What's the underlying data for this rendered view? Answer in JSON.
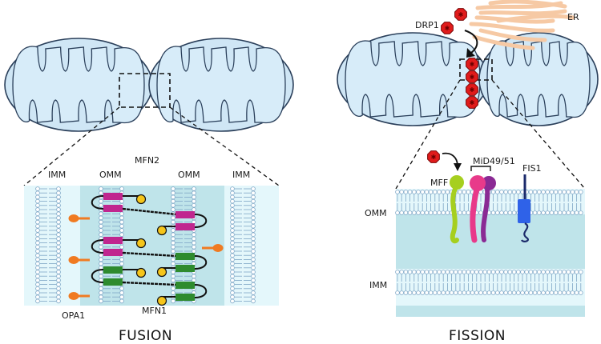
{
  "colors": {
    "mito_outer": "#cfe6f5",
    "mito_inner": "#b9d9f0",
    "mito_stroke": "#2a3f5a",
    "membrane_band": "#bfe4ea",
    "membrane_light": "#e4f7fb",
    "lipid_head": "#ffffff",
    "lipid_stroke": "#7ea6c6",
    "mfn_magenta": "#c0268f",
    "mfn_green": "#2e8b2e",
    "gtpase_yellow": "#f5c51a",
    "opa1_orange": "#f07a21",
    "drp1_red": "#e01b1b",
    "er_tan": "#f6c9a4",
    "mff_lime": "#a6cf1f",
    "mid49_pink": "#e83a8a",
    "mid51_purple": "#8a2a94",
    "fis1_blue": "#2f62e8"
  },
  "fusion": {
    "title": "FUSION",
    "labels": {
      "imm_left": "IMM",
      "omm_left": "OMM",
      "mfn2": "MFN2",
      "omm_right": "OMM",
      "imm_right": "IMM",
      "opa1": "OPA1",
      "mfn1": "MFN1"
    }
  },
  "fission": {
    "title": "FISSION",
    "labels": {
      "drp1": "DRP1",
      "er": "ER",
      "mff": "MFF",
      "mid49_51": "MiD49/51",
      "fis1": "FIS1",
      "omm": "OMM",
      "imm": "IMM"
    }
  }
}
